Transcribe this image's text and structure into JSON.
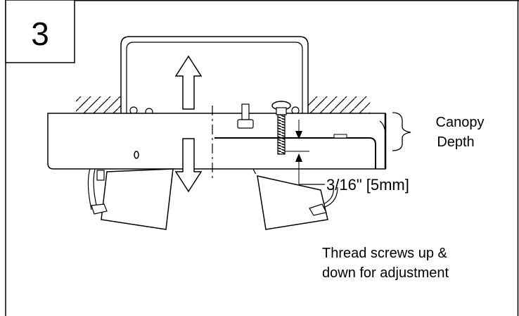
{
  "step": {
    "number": "3"
  },
  "labels": {
    "canopy_line1": "Canopy",
    "canopy_line2": "Depth",
    "measurement": "3/16\" [5mm]",
    "note_line1": "Thread screws up &",
    "note_line2": "down for adjustment"
  },
  "colors": {
    "line": "#000000",
    "background": "#ffffff"
  }
}
